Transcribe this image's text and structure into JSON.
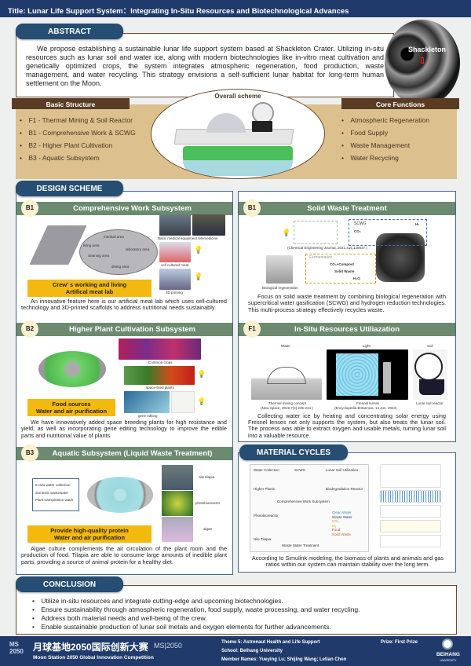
{
  "title": "Title: Lunar Life Support System：Integrating In-Situ Resources and Biotechnological Advances",
  "abstract": {
    "heading": "ABSTRACT",
    "text": "We propose establishing a sustainable lunar life support system based at Shackleton Crater. Utilizing in-situ resources such as lunar soil and water ice, along with modern biotechnologies like in-vitro meat cultivation and genetically optimized crops, the system integrates atmospheric regeneration, food production, waste management, and water recycling. This strategy envisions a self-sufficient lunar habitat for long-term human settlement on the Moon.",
    "crater_label": "Shackleton"
  },
  "overview": {
    "basic_heading": "Basic Structure",
    "basic_items": [
      "F1 - Thermal Mining & Soil Reactor",
      "B1 - Comprehensive Work & SCWG",
      "B2 - Higher Plant Cultivation",
      "B3 - Aquatic Subsystem"
    ],
    "scheme_label": "Overall scheme",
    "core_heading": "Core Functions",
    "core_items": [
      "Atmospheric Regeneration",
      "Food Supply",
      "Waste Management",
      "Water Recycling"
    ]
  },
  "design": {
    "heading": "DESIGN SCHEME",
    "b1": {
      "badge": "B1",
      "title": "Comprehensive Work Subsystem",
      "areas": [
        "medical area",
        "living area",
        "cleaning area",
        "laboratory area",
        "dining area"
      ],
      "captions": [
        "Basic medical equipment",
        "telemedicine",
        "cell cultured meat",
        "3D printing"
      ],
      "highlight": [
        "Crew’ s working and living",
        "Artifical meat lab"
      ],
      "text": "An innovative feature here is our artificial meat lab which uses cell-cultured technology and 3D-printed scaffolds to address nutritional needs sustainably."
    },
    "b1w": {
      "badge": "B1",
      "title": "Solid Waste Treatment",
      "ref": "(Chemical Engineering Journal, 2021,415,128837.)",
      "scwg": "SCWG",
      "h2": "H₂",
      "co2": "CO₂",
      "ferm": "Fermentation",
      "compost": "CO₂+Compost",
      "solid": "Solid Waste",
      "h2o": "H₂O",
      "bio": "Biological regeneration",
      "text": "Focus on solid waste treatment by combining biological regeneration with supercritical water gasification (SCWG) and hydrogen reduction technologies. This multi-process strategy effectively recycles waste."
    },
    "b2": {
      "badge": "B2",
      "title": "Higher Plant Cultivation Subsystem",
      "captions": [
        "Common crops",
        "space-bred plants",
        "gene editing"
      ],
      "highlight": [
        "Food sources",
        "Water and air purification"
      ],
      "text": "We have innovatively added space breeding plants for high resistance and yield, as well as incorporating gene editing technology to improve the edible parts and nutritional value of plants."
    },
    "f1": {
      "badge": "F1",
      "title": "In-Situ Resources Utiliazation",
      "labels": [
        "Water",
        "Light",
        "Soil"
      ],
      "captions": [
        "Thermal mining concept",
        "(New Space, 2019,7(4):235-244.)",
        "Fresnel lenses",
        "(Encyclopedia Britannica, 14 Jun. 2024)",
        "Lunar soil reactor"
      ],
      "text": "Collecting water ice by heating and concentrating solar energy using Fresnel lenses not only supports the system, but also treats the lunar soil. The process was able to extract oxygen and usable metals, turning lunar soil into a valuable resource."
    },
    "b3": {
      "badge": "B3",
      "title": "Aquatic Subsystem (Liquid Waste Treatment)",
      "inputs": [
        "In-situ water collection",
        "domestic wastewater",
        "Plant transpiration water"
      ],
      "captions": [
        "nile tilapia",
        "photobioreactor",
        "algae"
      ],
      "highlight": [
        "Provide high-quality protein",
        "Water and air purification"
      ],
      "text": "Algae culture complements the air circulation of the plant room and the production of food. Tilapia are able to consume large amounts of inedible plant parts, providing a source of animal protein for a healthy diet."
    }
  },
  "material": {
    "heading": "MATERIAL CYCLES",
    "nodes": [
      "Water Collection",
      "SCWG",
      "Lunar Soil Utilization",
      "Higher Plants",
      "Comprehensive Work Subsystem",
      "Biodegradation Reactor",
      "Photobioreactor",
      "Nile Tilapia",
      "Waste Water Treatment"
    ],
    "legend": [
      "Clean Water",
      "Waste Water",
      "CO₂",
      "O₂",
      "Food",
      "Solid Waste"
    ],
    "text": "According to Simulink modeling, the biomass of plants and animals and gas ratios within our system can maintain stability over the long term."
  },
  "conclusion": {
    "heading": "CONCLUSION",
    "items": [
      "Utilize in-situ resources and integrate cutting-edge and upcoming biotechnologies.",
      "Ensure sustainability through atmospheric regeneration, food supply, waste processing, and water recycling.",
      "Address both material needs and well-being of the crew.",
      "Enable sustainable production of lunar soil metals and oxygen elements for further advancements."
    ]
  },
  "footer": {
    "logo": "MS 2050",
    "cn_title": "月球基地2050国际创新大赛",
    "logo2": "MS|2050",
    "en_title": "Moon Station 2050 Global Innovation Competition",
    "theme": "Theme 5: Astronaut Health and Life Support",
    "school": "School:  Beihang University",
    "members": "Member Names:  Yueying Lu; Shijing Wang; Letian Chen",
    "prize": "Prize:  First Prize",
    "univ": "BEIHANG",
    "univ_sub": "UNIVERSITY"
  }
}
